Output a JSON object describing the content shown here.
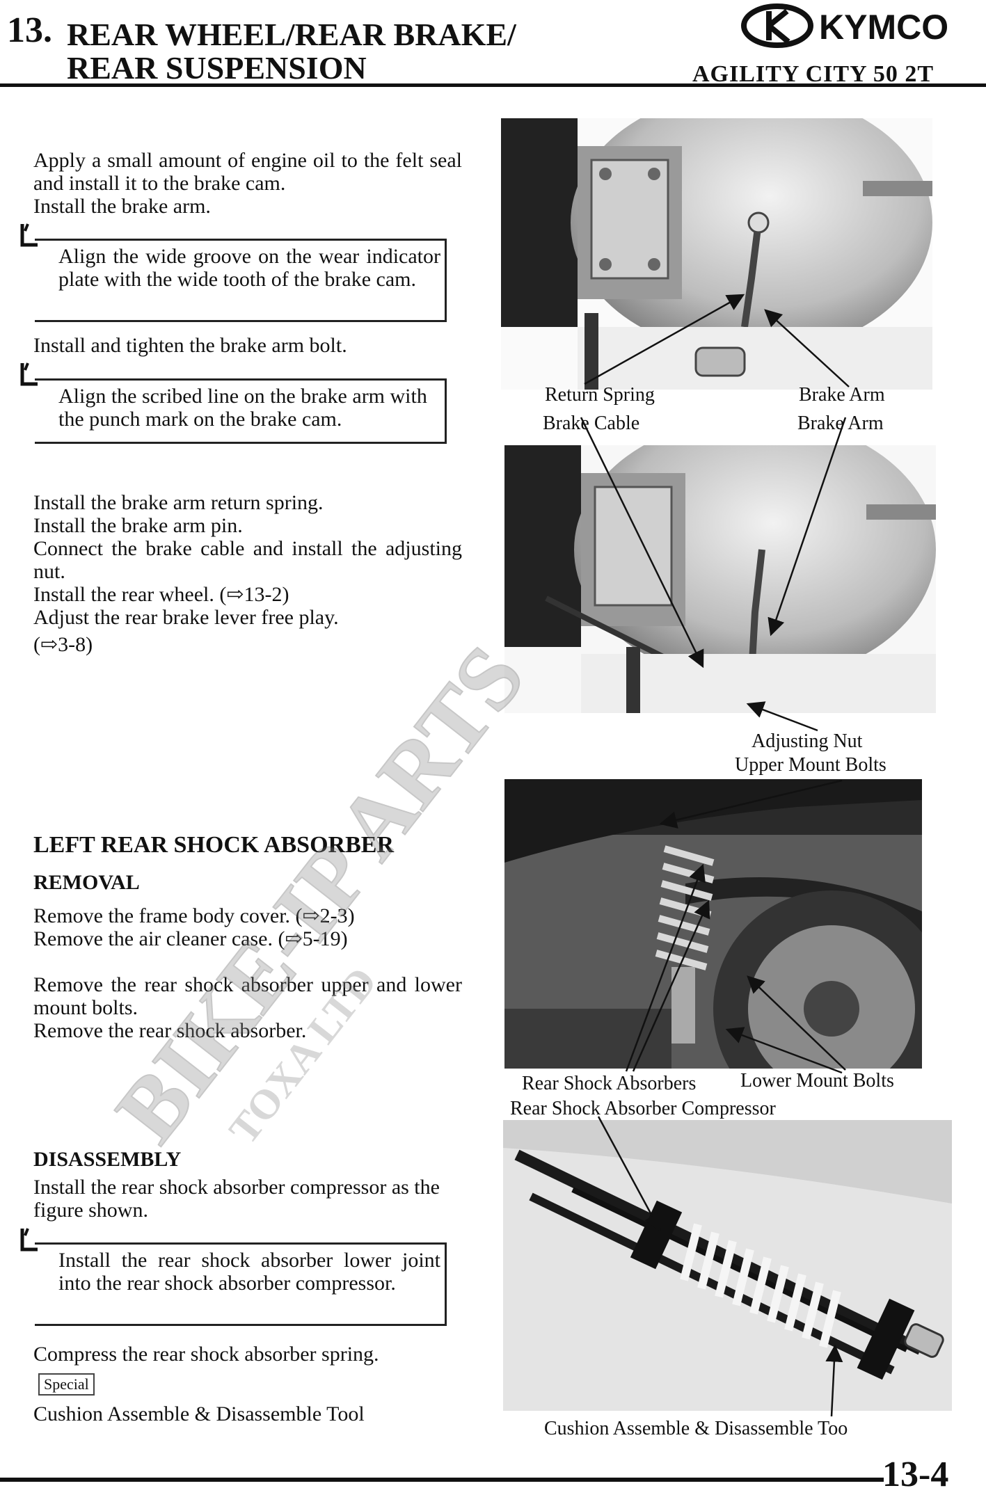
{
  "header": {
    "chapter_number": "13.",
    "title_line1": "REAR WHEEL/REAR BRAKE/",
    "title_line2": "REAR SUSPENSION",
    "model": "AGILITY CITY 50 2T",
    "brand": "KYMCO"
  },
  "brake_install": {
    "p1": "Apply a small amount of engine oil to the felt seal and install it to the brake cam.",
    "p2": "Install the brake arm.",
    "note1": "Align the wide groove on the wear indicator plate with the wide tooth of the brake cam.",
    "p3": "Install and tighten the brake arm bolt.",
    "note2": "Align the scribed line on the brake arm with the punch mark on the brake cam.",
    "p4": "Install the brake arm return spring.",
    "p5": "Install the brake arm pin.",
    "p6": "Connect the brake cable and install the adjusting nut.",
    "p7": "Install the rear wheel. (⇨13-2)",
    "p8": "Adjust the rear brake lever free play.",
    "p9": "(⇨3-8)"
  },
  "shock": {
    "heading": "LEFT REAR SHOCK ABSORBER",
    "removal_heading": "REMOVAL",
    "r1": "Remove the frame body cover. (⇨2-3)",
    "r2": "Remove the air cleaner case. (⇨5-19)",
    "r3": "Remove the rear shock absorber upper and lower mount bolts.",
    "r4": "Remove the rear shock absorber.",
    "disassembly_heading": "DISASSEMBLY",
    "d1": "Install the rear shock absorber compressor as the figure shown.",
    "note3": "Install the rear shock absorber lower joint into the rear shock absorber compressor.",
    "d2": "Compress the rear shock absorber spring.",
    "special_badge": "Special",
    "tool": "Cushion Assemble & Disassemble Tool"
  },
  "figure_labels": {
    "return_spring": "Return Spring",
    "brake_arm_1": "Brake Arm",
    "brake_cable": "Brake Cable",
    "brake_arm_2": "Brake Arm",
    "adjusting_nut": "Adjusting Nut",
    "upper_mount_bolts": "Upper Mount Bolts",
    "rear_shock_absorbers": "Rear Shock Absorbers",
    "lower_mount_bolts": "Lower Mount Bolts",
    "compressor": "Rear Shock Absorber Compressor",
    "tool_caption": "Cushion Assemble & Disassemble Too"
  },
  "watermark": {
    "line1": "BIKE-IP ARTS",
    "line2": "TOXA LTD"
  },
  "footer": {
    "page": "13-4"
  }
}
